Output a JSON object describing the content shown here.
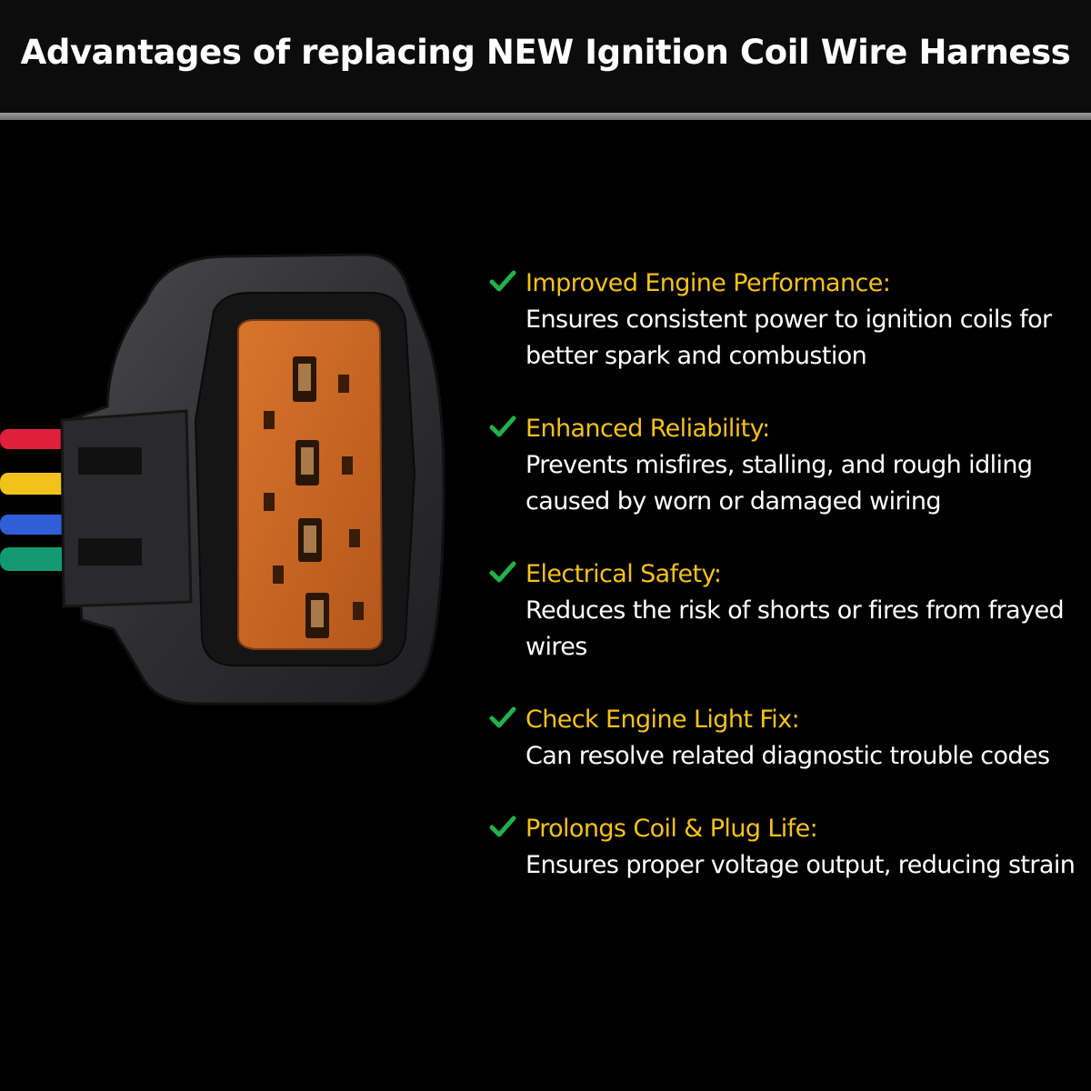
{
  "header": {
    "title": "Advantages of replacing NEW Ignition Coil Wire Harness"
  },
  "photo": {
    "subject": "connector-photo",
    "wire_colors": [
      "#e0203a",
      "#f2c21c",
      "#2f5fd6",
      "#139a74"
    ],
    "housing_color": "#2e2e30",
    "insert_color": "#c9621f"
  },
  "features": [
    {
      "title": "Improved Engine Performance:",
      "description": "Ensures consistent power to ignition coils for better spark and combustion"
    },
    {
      "title": "Enhanced Reliability:",
      "description": "Prevents misfires, stalling, and rough idling caused by worn or damaged wiring"
    },
    {
      "title": "Electrical Safety:",
      "description": "Reduces the risk of shorts or fires from frayed wires"
    },
    {
      "title": "Check Engine Light Fix:",
      "description": "Can resolve related diagnostic trouble codes"
    },
    {
      "title": "Prolongs Coil & Plug Life:",
      "description": "Ensures proper voltage output, reducing strain"
    }
  ],
  "colors": {
    "background": "#000000",
    "title_text": "#ffffff",
    "feature_title": "#f4c21a",
    "check": "#22b14c",
    "rule": "#8a8a8a"
  },
  "icons": {
    "bullet": "checkmark-icon"
  }
}
